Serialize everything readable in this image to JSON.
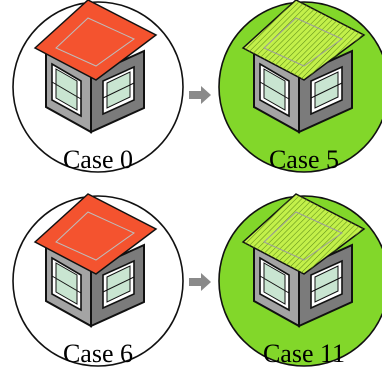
{
  "cases": [
    {
      "label": "Case 0",
      "roof": "plain",
      "background": "white"
    },
    {
      "label": "Case 5",
      "roof": "hatched",
      "background": "green"
    },
    {
      "label": "Case 6",
      "roof": "plain",
      "background": "white"
    },
    {
      "label": "Case 11",
      "roof": "hatched",
      "background": "green"
    }
  ],
  "colors": {
    "plain_roof": "#f4532f",
    "hatched_roof": "#c3f04a",
    "green_bg": "#82d72a",
    "wall_front": "#a4a4a4",
    "wall_side": "#7b7b7b",
    "window_glass": "#c9e5d1",
    "arrow": "#8a8a8a"
  },
  "icons": {
    "house": "house-icon",
    "arrow": "right-arrow-icon"
  }
}
